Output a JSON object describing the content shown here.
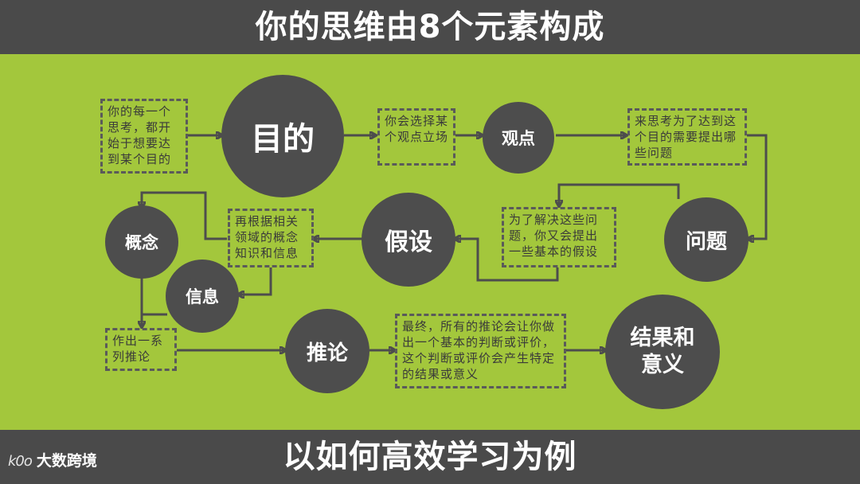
{
  "header": {
    "title": "你的思维由8个元素构成"
  },
  "footer": {
    "title": "以如何高效学习为例",
    "logo_mark": "k0o",
    "logo_name": "大数跨境"
  },
  "nodes": {
    "purpose": "目的",
    "viewpoint": "观点",
    "question": "问题",
    "assumption": "假设",
    "concept": "概念",
    "information": "信息",
    "inference": "推论",
    "result_line1": "结果和",
    "result_line2": "意义"
  },
  "notes": {
    "purpose_note": "你的每一个思考，都开始于想要达到某个目的",
    "viewpoint_note": "你会选择某个观点立场",
    "question_note": "来思考为了达到这个目的需要提出哪些问题",
    "assumption_note": "为了解决这些问题，你又会提出一些基本的假设",
    "concept_note": "再根据相关领域的概念知识和信息",
    "inference_note": "作出一系列推论",
    "result_note": "最终，所有的推论会让你做出一个基本的判断或评价，这个判断或评价会产生特定的结果或意义"
  },
  "colors": {
    "background": "#a3c73c",
    "bar": "#4a4a4a",
    "node": "#4d4d4d"
  }
}
